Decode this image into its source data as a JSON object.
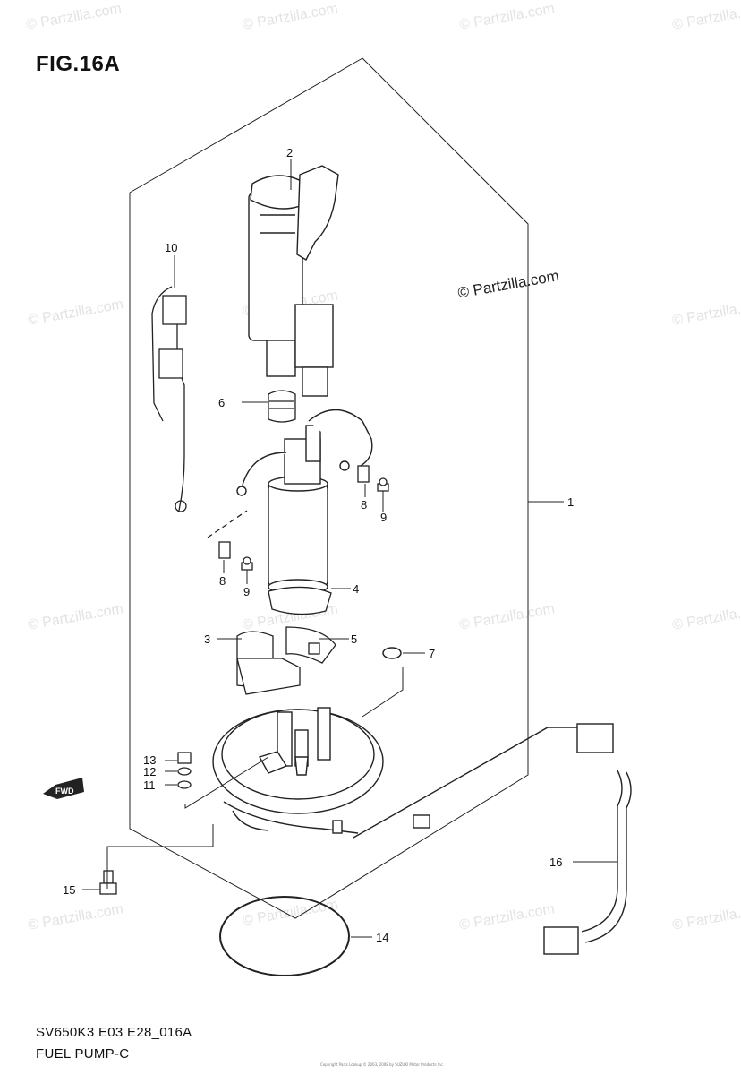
{
  "figure": {
    "title": "FIG.16A",
    "code": "SV650K3 E03 E28_016A",
    "name": "FUEL PUMP-C",
    "copyright": "Copyright Parts Lookup © 2003, 2008 by SUZUKI Motor Products Inc."
  },
  "brand": {
    "label": "© Partzilla.com",
    "watermark": "© Partzilla.com"
  },
  "callouts": [
    "1",
    "2",
    "3",
    "4",
    "5",
    "6",
    "7",
    "8",
    "9",
    "10",
    "11",
    "12",
    "13",
    "14",
    "15",
    "16",
    "8",
    "9"
  ],
  "fwd_label": "FWD"
}
